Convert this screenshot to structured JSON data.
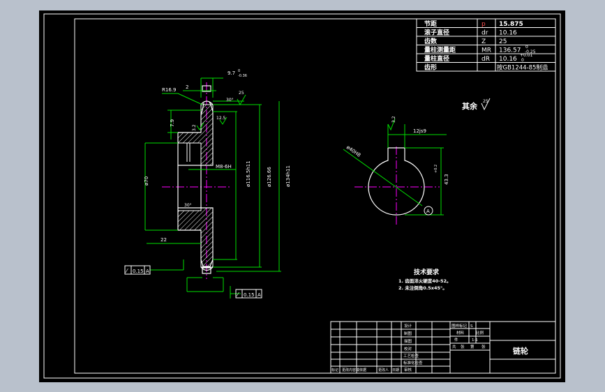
{
  "colors": {
    "viewport_bg": "#b9c1cc",
    "sheet_bg": "#000000",
    "line_white": "#ffffff",
    "dim_green": "#00e000",
    "center_magenta": "#ff00ff",
    "hatch_white": "#ffffff"
  },
  "spec_table": {
    "rows": [
      {
        "name": "节距",
        "symbol": "p",
        "value": "15.875"
      },
      {
        "name": "滚子直径",
        "symbol": "dr",
        "value": "10.16"
      },
      {
        "name": "齿数",
        "symbol": "Z",
        "value": "25"
      },
      {
        "name": "量柱测量距",
        "symbol": "MR",
        "value": "136.57"
      },
      {
        "name": "量柱直径",
        "symbol": "dR",
        "value": "10.16"
      },
      {
        "name": "齿形",
        "symbol": "",
        "value": "按GB1244-85制造"
      }
    ],
    "mr_tol_upper": "0",
    "mr_tol_lower": "-0.25",
    "dr_tol_upper": "+0.01",
    "dr_tol_lower": "0"
  },
  "section_view": {
    "dim_top": "9.7",
    "dim_top_tol_upper": "0",
    "dim_top_tol_lower": "-0.36",
    "dim_2": "2",
    "radius": "R16.9",
    "roughness_top": "25",
    "chamfer_top": "30°",
    "dim_7_9": "7.9",
    "roughness_mid": "3.2",
    "roughness_tooth": "12.5",
    "thread": "M8-6H",
    "dia_70": "ø70",
    "dia_hub": "ø116.5h11",
    "dia_root": "ø126.66",
    "dia_tip": "ø134h11",
    "chamfer_bottom": "30°",
    "dim_22": "22",
    "tol_left_symbol": "⁄",
    "tol_left_value": "0.15",
    "tol_left_datum": "A",
    "tol_right_symbol": "⁄",
    "tol_right_value": "0.15",
    "tol_right_datum": "A"
  },
  "rest_label": "其余",
  "rest_roughness": "25",
  "hub_view": {
    "roughness": "3.2",
    "keyway_width": "12js9",
    "bore": "ø40H8",
    "keyway_depth": "43.3",
    "keyway_depth_tol": "+0.2",
    "datum": "A"
  },
  "tech_req": {
    "title": "技术要求",
    "items": [
      "1. 齿面淬火硬度40-52。",
      "2. 未注倒角0.5x45°。"
    ]
  },
  "title_block": {
    "design": "设计",
    "draw": "制图",
    "trace": "描图",
    "check": "校对",
    "process_check": "工艺检查",
    "std_check": "标准化检查",
    "approve": "审核",
    "rev_headers": [
      "标记",
      "更改内容或依据",
      "更改人",
      "日期"
    ],
    "part_no_label": "图样标记",
    "part_no_value": "S",
    "weight_label": "材料",
    "scale_label": "比例",
    "qty_label": "件",
    "scale_value": "1:1",
    "sheet_labels": [
      "共",
      "张",
      "第",
      "张"
    ],
    "drawing_name": "链轮"
  }
}
